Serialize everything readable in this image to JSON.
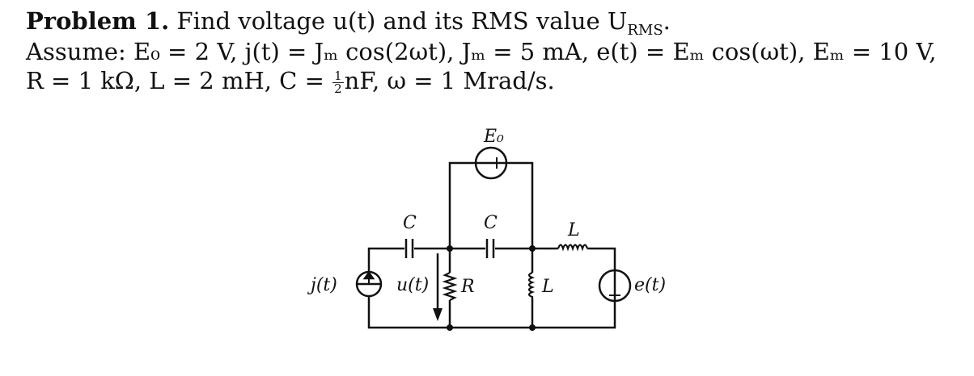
{
  "problem": {
    "label": "Problem 1.",
    "statement": "Find voltage u(t) and its RMS value U",
    "statement_sub": "RMS",
    "statement_end": ".",
    "assume_line": "Assume:  E₀ = 2 V,  j(t) = Jₘ cos(2ωt),  Jₘ = 5 mA,  e(t) = Eₘ cos(ωt),  Eₘ = 10 V,",
    "params_a": "R = 1 kΩ,  L = 2 mH,  C = ",
    "frac_num": "1",
    "frac_den": "2",
    "params_b": "nF,  ω = 1 Mrad/s."
  },
  "circuit": {
    "labels": {
      "e0": "E₀",
      "c_left": "C",
      "c_mid": "C",
      "l_top": "L",
      "j": "j(t)",
      "u": "u(t)",
      "r": "R",
      "l_shunt": "L",
      "e": "e(t)"
    }
  }
}
